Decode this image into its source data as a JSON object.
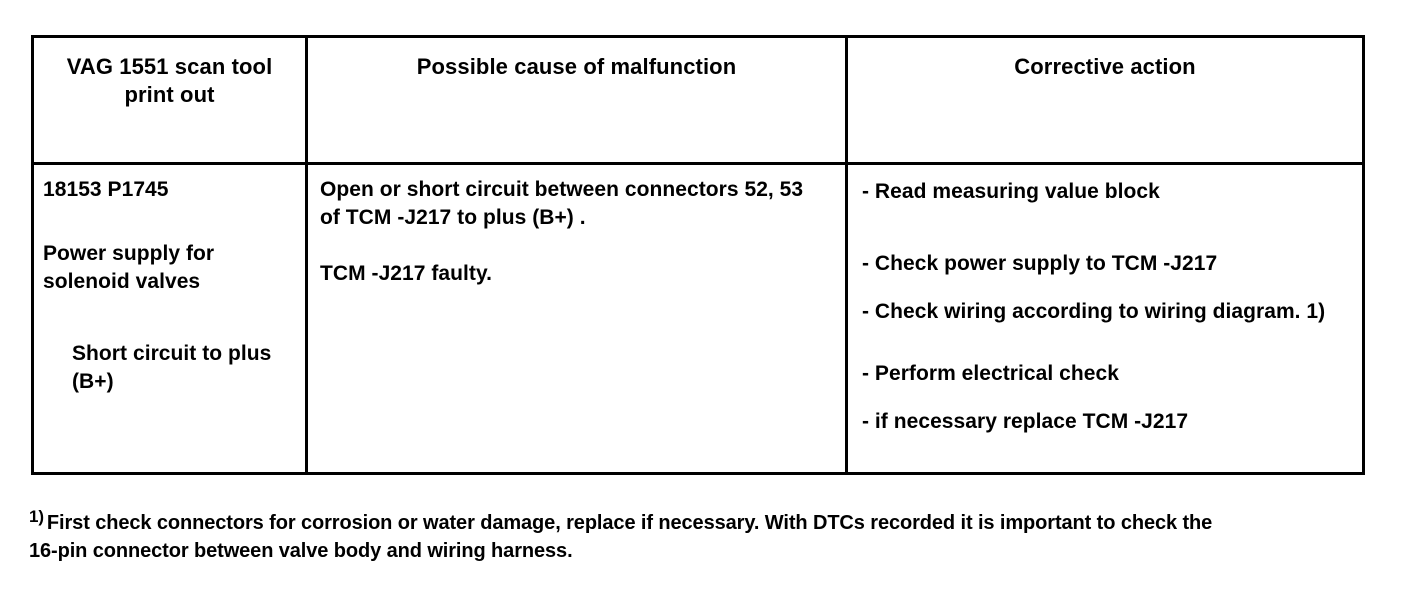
{
  "document": {
    "type": "diagnostic-trouble-code-table"
  },
  "table": {
    "columns": [
      {
        "id": "scan-tool",
        "header_lines": [
          "VAG 1551 scan tool",
          "print out"
        ]
      },
      {
        "id": "cause",
        "header_lines": [
          "Possible cause of malfunction"
        ]
      },
      {
        "id": "corrective-action",
        "header_lines": [
          "Corrective action"
        ]
      }
    ],
    "rows": [
      {
        "scan_tool": {
          "code": "18153 P1745",
          "description_lines": [
            "Power supply for",
            "solenoid valves"
          ],
          "condition_lines": [
            "Short circuit to plus",
            "(B+)"
          ]
        },
        "cause": {
          "paragraphs": [
            [
              "Open or short circuit between connectors 52, 53",
              "of TCM -J217 to plus (B+) ."
            ],
            [
              "TCM -J217 faulty."
            ]
          ]
        },
        "corrective_action": {
          "items": [
            "- Read measuring value block",
            "- Check power supply to TCM -J217",
            "- Check wiring according to wiring diagram. 1)",
            "- Perform electrical check",
            "- if necessary replace TCM -J217"
          ]
        }
      }
    ]
  },
  "footnote": {
    "marker": "1)",
    "lines": [
      "First check connectors for corrosion or water damage, replace if necessary. With DTCs recorded it is important to check the",
      "16-pin connector between valve body and wiring harness."
    ]
  },
  "colors": {
    "text": "#000000",
    "border": "#000000",
    "background": "#ffffff"
  }
}
